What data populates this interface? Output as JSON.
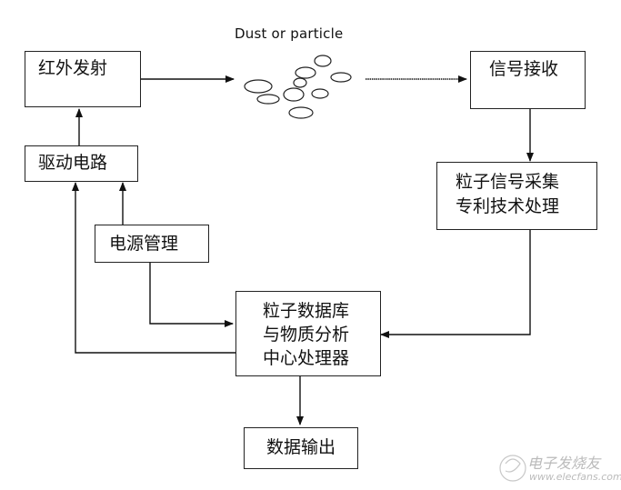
{
  "nodes": {
    "ir_emit": "红外发射",
    "drive_circuit": "驱动电路",
    "power_mgmt": "电源管理",
    "signal_receive": "信号接收",
    "collect_line1": "粒子信号采集",
    "collect_line2": "专利技术处理",
    "cpu_line1": "粒子数据库",
    "cpu_line2": "与物质分析",
    "cpu_line3": "中心处理器",
    "data_output": "数据输出"
  },
  "dust_label": "Dust or particle",
  "watermark": {
    "text": "电子发烧友",
    "url": "www.elecfans.com"
  }
}
